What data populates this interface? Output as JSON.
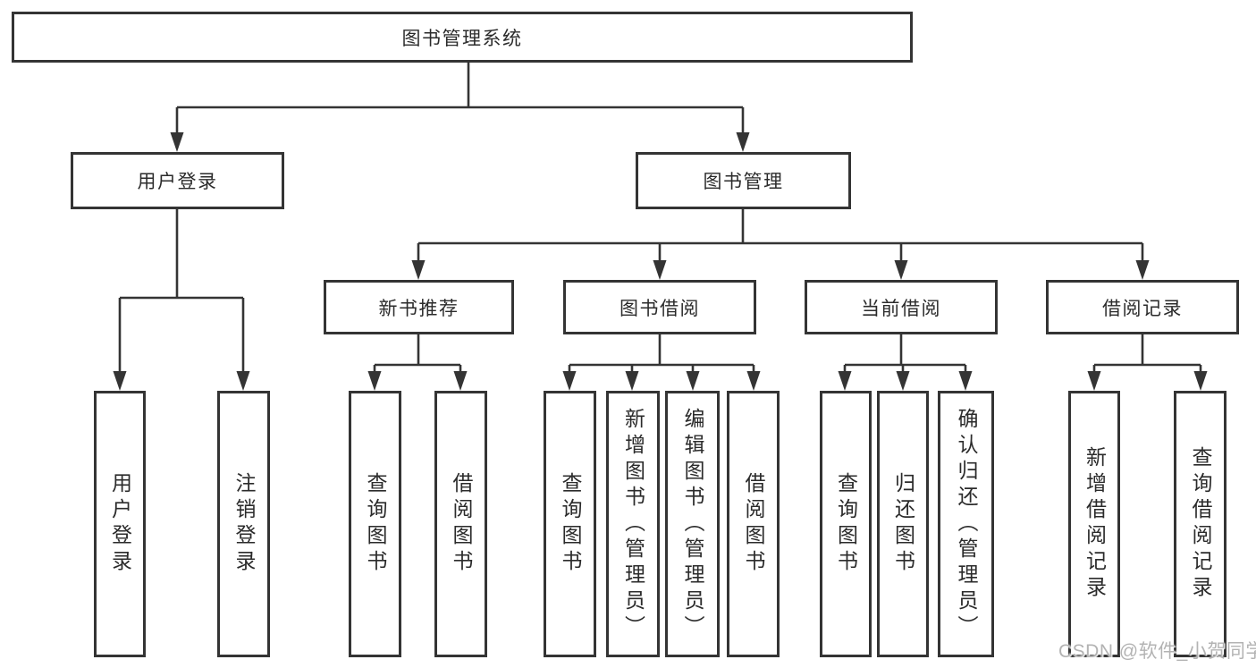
{
  "diagram_title": "图书管理系统",
  "tree": {
    "root": {
      "label": "图书管理系统",
      "children": [
        {
          "label": "用户登录",
          "children": [
            {
              "label": "用户登录"
            },
            {
              "label": "注销登录"
            }
          ]
        },
        {
          "label": "图书管理",
          "children": [
            {
              "label": "新书推荐",
              "children": [
                {
                  "label": "查询图书"
                },
                {
                  "label": "借阅图书"
                }
              ]
            },
            {
              "label": "图书借阅",
              "children": [
                {
                  "label": "查询图书"
                },
                {
                  "label": "新增图书（管理员）"
                },
                {
                  "label": "编辑图书（管理员）"
                },
                {
                  "label": "借阅图书"
                }
              ]
            },
            {
              "label": "当前借阅",
              "children": [
                {
                  "label": "查询图书"
                },
                {
                  "label": "归还图书"
                },
                {
                  "label": "确认归还（管理员）"
                }
              ]
            },
            {
              "label": "借阅记录",
              "children": [
                {
                  "label": "新增借阅记录"
                },
                {
                  "label": "查询借阅记录"
                }
              ]
            }
          ]
        }
      ]
    }
  },
  "watermark": {
    "text": "CSDN @软件_小贺同学"
  },
  "colors": {
    "line": "#343434",
    "text": "#2b2b2b",
    "background": "#ffffff",
    "watermark": "#b3b3b3"
  }
}
